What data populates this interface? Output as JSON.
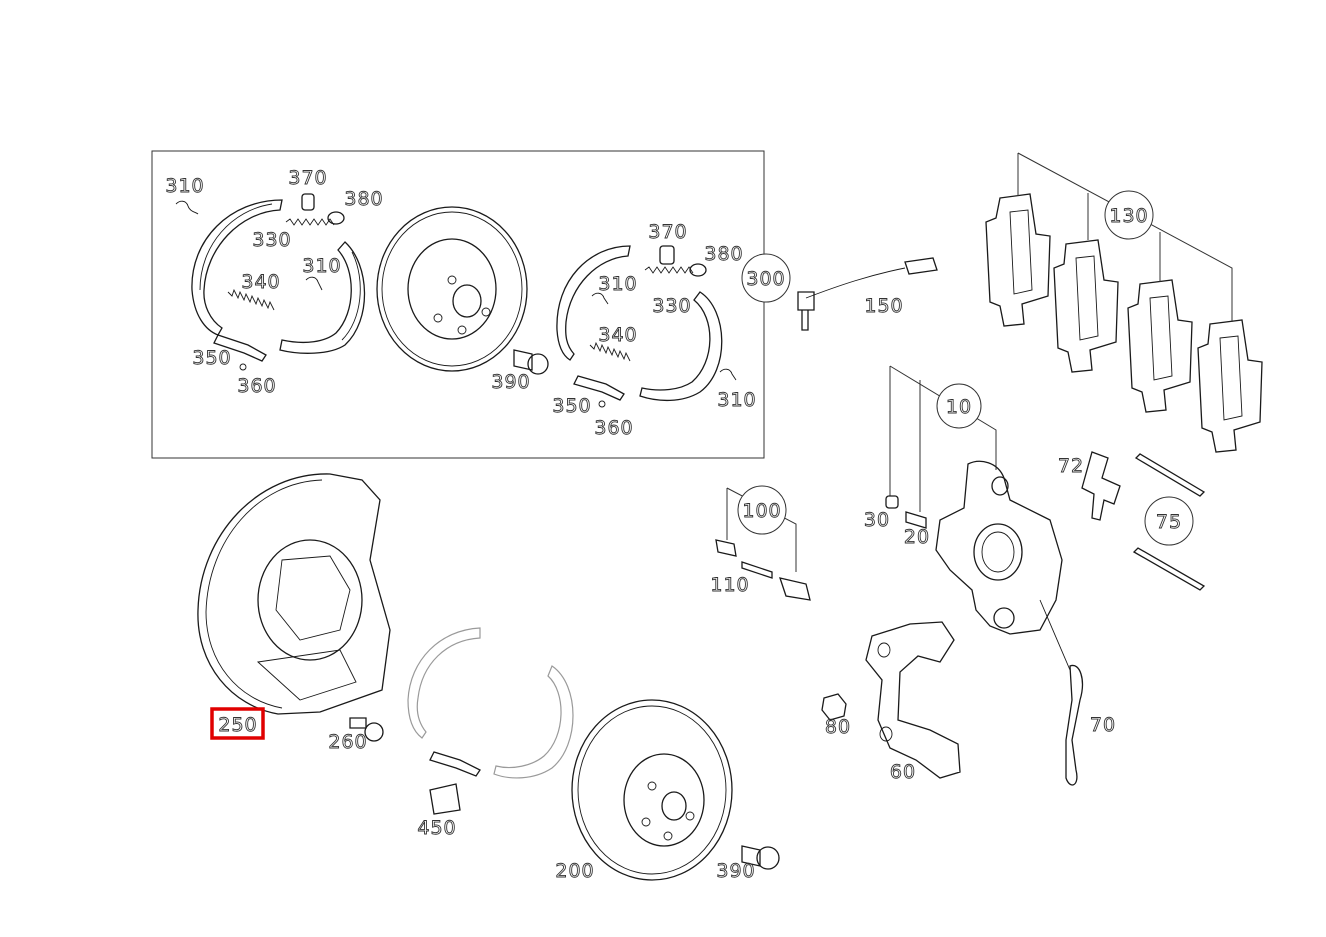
{
  "highlight": {
    "part_number": "250",
    "color": "#e00000"
  },
  "labels": {
    "l310a": "310",
    "l370a": "370",
    "l380a": "380",
    "l330a": "330",
    "l310b": "310",
    "l340a": "340",
    "l350a": "350",
    "l360a": "360",
    "l370b": "370",
    "l380b": "380",
    "l310c": "310",
    "l330b": "330",
    "l340b": "340",
    "l390a": "390",
    "l350b": "350",
    "l360b": "360",
    "l310d": "310",
    "l150": "150",
    "l72": "72",
    "l30": "30",
    "l20": "20",
    "l110": "110",
    "l80": "80",
    "l70": "70",
    "l60": "60",
    "l250": "250",
    "l260": "260",
    "l450": "450",
    "l200": "200",
    "l390b": "390"
  },
  "callouts": {
    "c300": "300",
    "c130": "130",
    "c10": "10",
    "c100": "100",
    "c75": "75"
  }
}
